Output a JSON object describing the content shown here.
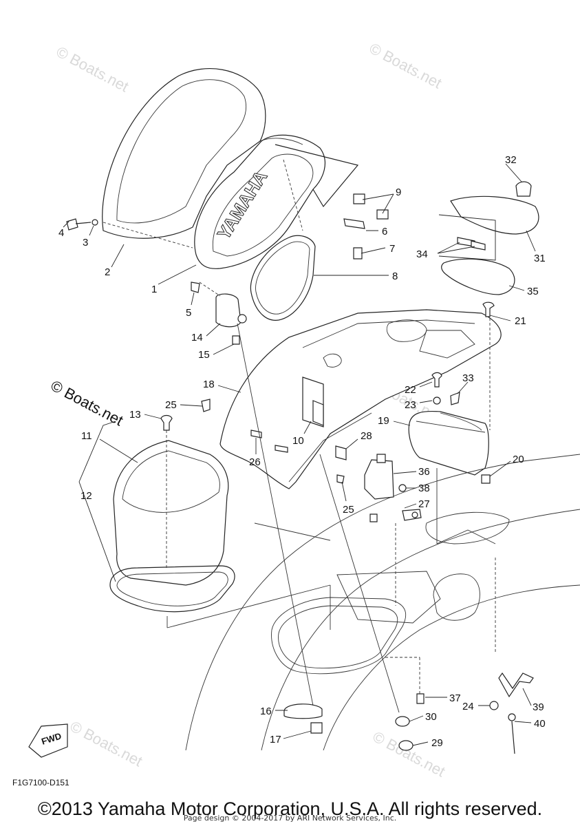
{
  "watermark": "© Boats.net",
  "watermark_dark": "© Boats.net",
  "brand_decal": "YAMAHA",
  "fwd_label": "FWD",
  "diagram_code": "F1G7100-D151",
  "copyright": "©2013 Yamaha Motor Corporation, U.S.A. All rights reserved.",
  "page_design": "Page design © 2004-2017 by ARI Network Services, Inc.",
  "callouts": [
    "1",
    "2",
    "3",
    "4",
    "5",
    "6",
    "7",
    "8",
    "9",
    "10",
    "11",
    "12",
    "13",
    "14",
    "15",
    "16",
    "17",
    "18",
    "19",
    "20",
    "21",
    "22",
    "23",
    "24",
    "25",
    "25",
    "26",
    "27",
    "28",
    "29",
    "30",
    "31",
    "32",
    "33",
    "34",
    "35",
    "36",
    "37",
    "38",
    "39",
    "40"
  ]
}
